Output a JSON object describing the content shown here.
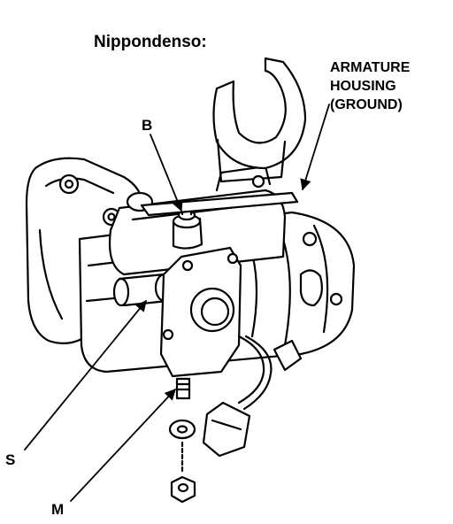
{
  "title": "Nippondenso:",
  "armature_label": [
    "ARMATURE",
    "HOUSING",
    "(GROUND)"
  ],
  "labels": {
    "b": "B",
    "s": "S",
    "m": "M"
  },
  "colors": {
    "ink": "#000000",
    "paper": "#ffffff",
    "shade": "#d9d9d9"
  }
}
